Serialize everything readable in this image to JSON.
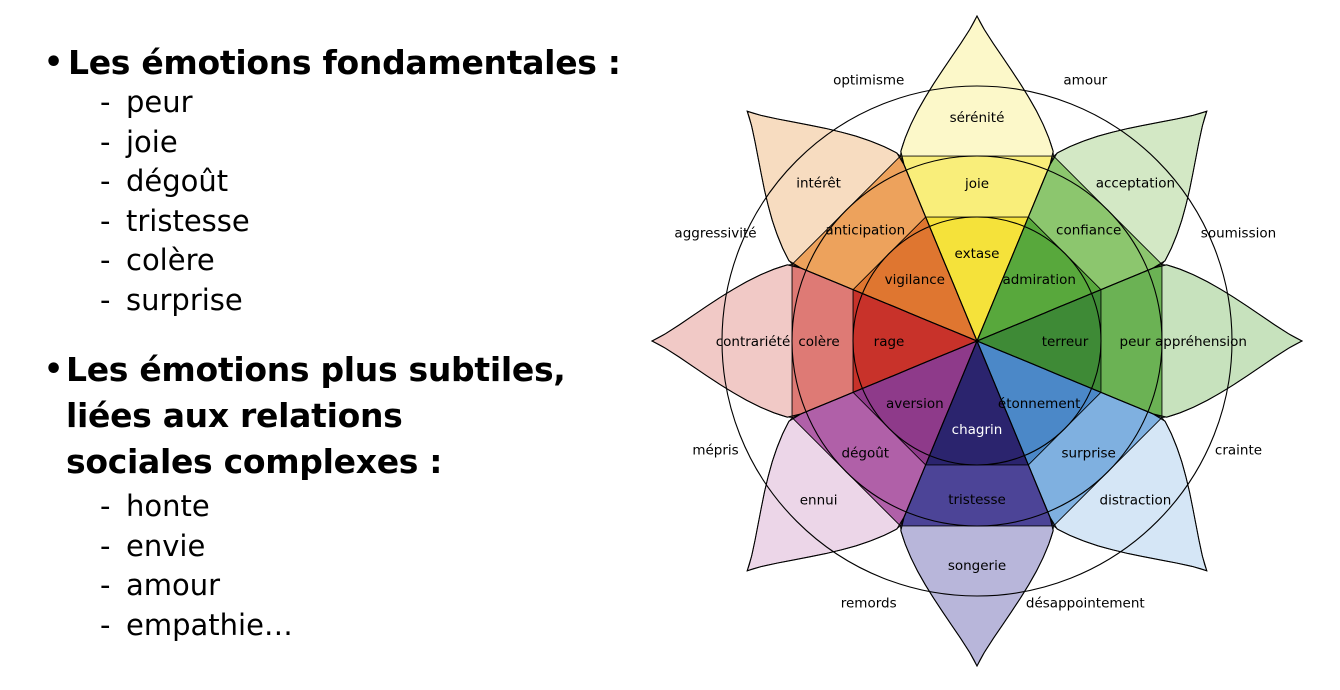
{
  "sections": [
    {
      "bullet": "•",
      "title_lines": [
        "Les émotions fondamentales :"
      ],
      "items": [
        "peur",
        "joie",
        "dégoût",
        "tristesse",
        "colère",
        "surprise"
      ]
    },
    {
      "bullet": "•",
      "title_lines": [
        "Les émotions plus subtiles,",
        "liées aux relations",
        "sociales complexes :"
      ],
      "items": [
        "honte",
        "envie",
        "amour",
        "empathie…"
      ]
    }
  ],
  "item_prefix": "-",
  "wheel": {
    "petals": [
      {
        "id": "yellow",
        "angle": -90,
        "inner": "extase",
        "middle": "joie",
        "outer": "sérénité",
        "colors": [
          "#f5e23a",
          "#f9ee7a",
          "#fcf8c9"
        ],
        "inner_text": "#000"
      },
      {
        "id": "lightgreen",
        "angle": -45,
        "inner": "admiration",
        "middle": "confiance",
        "outer": "acceptation",
        "colors": [
          "#58a83c",
          "#8cc66e",
          "#d3e8c5"
        ],
        "inner_text": "#000"
      },
      {
        "id": "darkgreen",
        "angle": 0,
        "inner": "terreur",
        "middle": "peur",
        "outer": "appréhension",
        "colors": [
          "#3e8a36",
          "#6bb254",
          "#c7e2bd"
        ],
        "inner_text": "#000"
      },
      {
        "id": "blue",
        "angle": 45,
        "inner": "étonnement",
        "middle": "surprise",
        "outer": "distraction",
        "colors": [
          "#4b88c8",
          "#7fb0e0",
          "#d5e6f6"
        ],
        "inner_text": "#000"
      },
      {
        "id": "indigo",
        "angle": 90,
        "inner": "chagrin",
        "middle": "tristesse",
        "outer": "songerie",
        "colors": [
          "#2b246e",
          "#4c4497",
          "#b8b6da"
        ],
        "inner_text": "#ffffff"
      },
      {
        "id": "purple",
        "angle": 135,
        "inner": "aversion",
        "middle": "dégoût",
        "outer": "ennui",
        "colors": [
          "#8e3a8a",
          "#b060a8",
          "#ecd6e8"
        ],
        "inner_text": "#000"
      },
      {
        "id": "red",
        "angle": 180,
        "inner": "rage",
        "middle": "colère",
        "outer": "contrariété",
        "colors": [
          "#c8322a",
          "#de7a75",
          "#f1c9c6"
        ],
        "inner_text": "#000"
      },
      {
        "id": "orange",
        "angle": -135,
        "inner": "vigilance",
        "middle": "anticipation",
        "outer": "intérêt",
        "colors": [
          "#df7630",
          "#eda25c",
          "#f7dcc0"
        ],
        "inner_text": "#000"
      }
    ],
    "dyads": [
      {
        "label": "amour",
        "angle": -67.5
      },
      {
        "label": "soumission",
        "angle": -22.5
      },
      {
        "label": "crainte",
        "angle": 22.5
      },
      {
        "label": "désappointement",
        "angle": 67.5
      },
      {
        "label": "remords",
        "angle": 112.5
      },
      {
        "label": "mépris",
        "angle": 157.5
      },
      {
        "label": "aggressivité",
        "angle": -157.5
      },
      {
        "label": "optimisme",
        "angle": -112.5
      }
    ],
    "colors": {
      "outline": "#000000"
    }
  }
}
